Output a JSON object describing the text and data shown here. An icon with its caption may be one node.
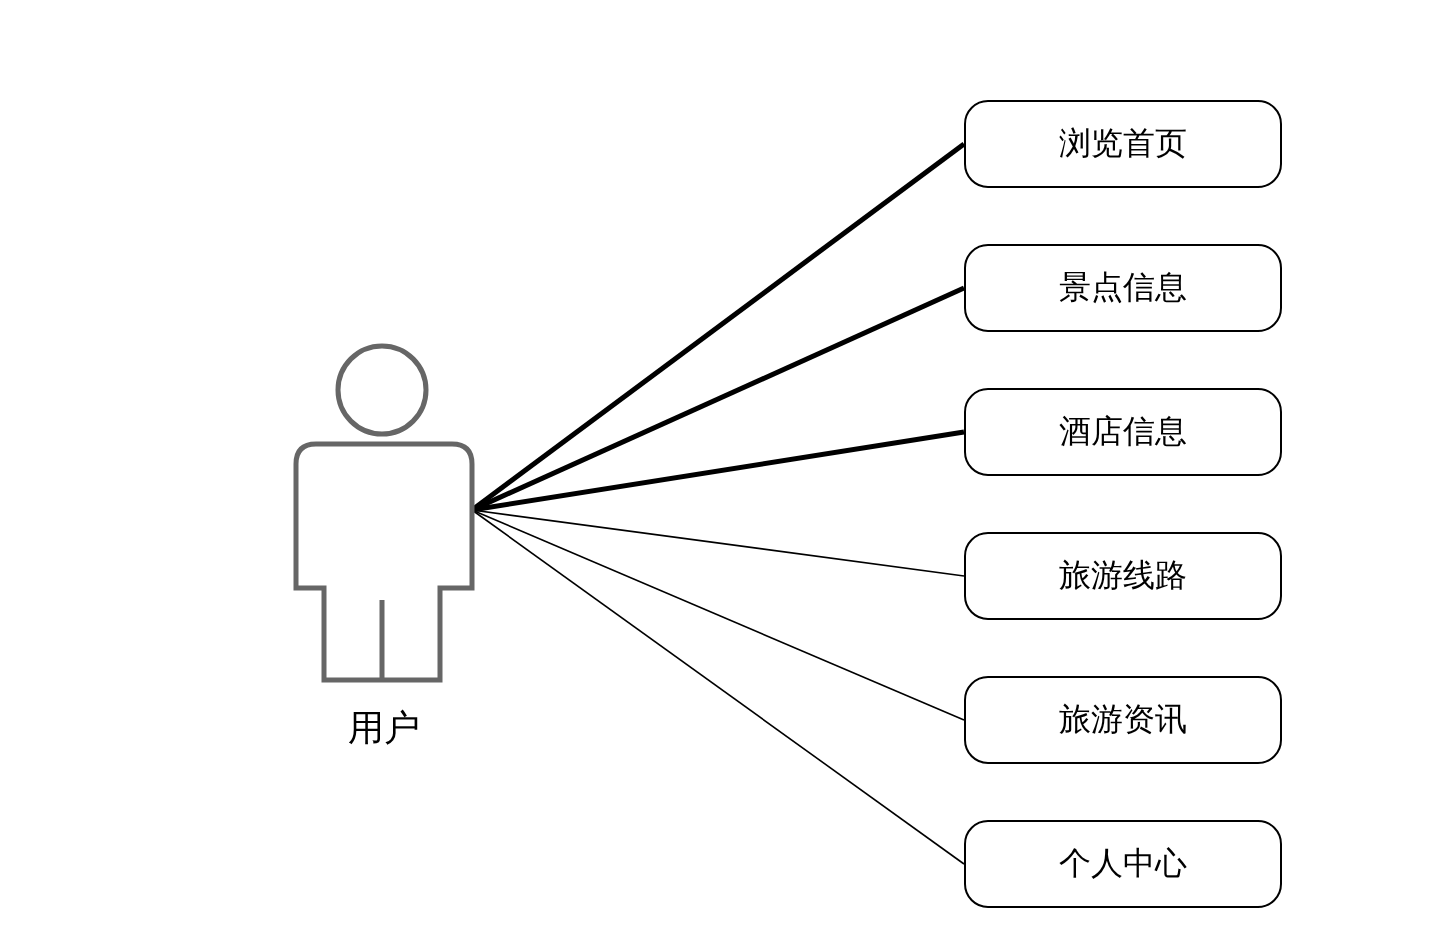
{
  "diagram": {
    "nodes": [
      {
        "text": [
          "用户"
        ]
      },
      {
        "text": [
          "浏览首页"
        ]
      },
      {
        "text": [
          "景点信息"
        ]
      },
      {
        "text": [
          "酒店信息"
        ]
      },
      {
        "text": [
          "旅游线路"
        ]
      },
      {
        "text": [
          "旅游资讯"
        ]
      },
      {
        "text": [
          "个人中心"
        ]
      }
    ],
    "edges": [
      {
        "from": 0,
        "to": 1,
        "arrow": "none",
        "style": "thick"
      },
      {
        "from": 0,
        "to": 2,
        "arrow": "none",
        "style": "thick"
      },
      {
        "from": 0,
        "to": 3,
        "arrow": "none",
        "style": "thick"
      },
      {
        "from": 0,
        "to": 4,
        "arrow": "none"
      },
      {
        "from": 0,
        "to": 5,
        "arrow": "none"
      },
      {
        "from": 0,
        "to": 6,
        "arrow": "none"
      }
    ]
  }
}
